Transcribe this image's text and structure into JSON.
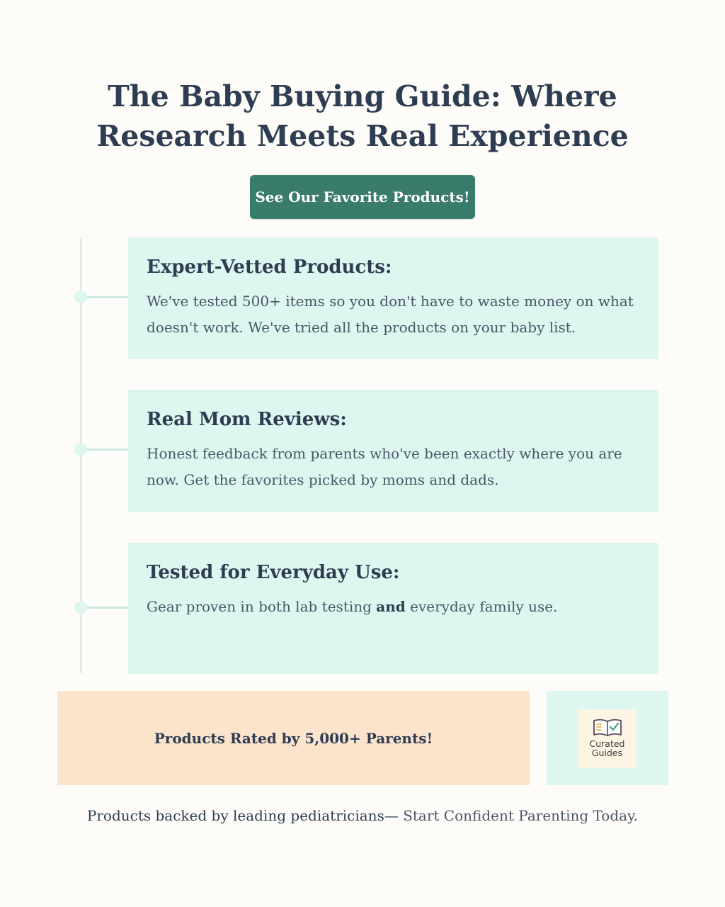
{
  "title_line1": "The Baby Buying Guide: Where",
  "title_line2": "Research Meets Real Experience",
  "cta_label": "See Our Favorite Products!",
  "cards": [
    {
      "title": "Expert-Vetted Products:",
      "body": "We've tested 500+ items so you don't have to waste money on what doesn't work. We've tried all the products on your baby list."
    },
    {
      "title": "Real Mom Reviews:",
      "body": "Honest feedback from parents who've been exactly where you are now. Get the favorites picked by moms and dads."
    },
    {
      "title": "Tested for Everyday Use:",
      "body_before": "Gear proven in both lab testing ",
      "body_bold": "and",
      "body_after": " everyday family use."
    }
  ],
  "rated_text": "Products Rated by 5,000+ Parents!",
  "logo": {
    "icon": "open-book-check-icon",
    "line1": "Curated",
    "line2": "Guides"
  },
  "footer": {
    "part1": "Products backed by leading pediatricians— ",
    "part2": "Start Confident Parenting Today."
  },
  "colors": {
    "background": "#fdfcf8",
    "heading": "#2e3d52",
    "button": "#3a7c6b",
    "card": "#ddf6f0",
    "peach": "#fbe3cc"
  }
}
